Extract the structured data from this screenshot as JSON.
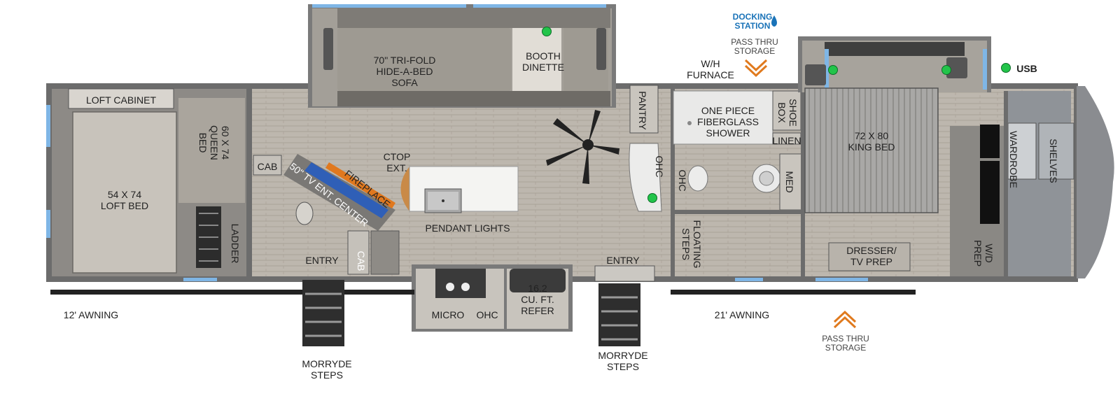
{
  "colors": {
    "floor": "#b9b3aa",
    "wall": "#6f6f6f",
    "slide": "#9a968f",
    "window": "#7fb6e6",
    "usb_dot": "#22c44a",
    "arrow": "#e07a1e",
    "docking": "#1a73b8"
  },
  "labels": {
    "loft_cabinet": "LOFT CABINET",
    "loft_bed": "54 X 74\nLOFT BED",
    "queen_bed": "60 X 74\nQUEEN\nBED",
    "ladder": "LADDER",
    "cab_top": "CAB",
    "cab_bottom": "CAB",
    "tv_center": "50\" TV ENT. CENTER",
    "fireplace": "FIREPLACE",
    "entry_left": "ENTRY",
    "awning_left": "12' AWNING",
    "morryde_left": "MORRYDE\nSTEPS",
    "sofa": "70\" TRI-FOLD\nHIDE-A-BED\nSOFA",
    "dinette": "BOOTH\nDINETTE",
    "ctop_ext": "CTOP\nEXT.",
    "pendant": "PENDANT LIGHTS",
    "micro": "MICRO",
    "ohc_kitchen": "OHC",
    "refer": "16.2\nCU. FT.\nREFER",
    "entry_mid": "ENTRY",
    "morryde_mid": "MORRYDE\nSTEPS",
    "pantry": "PANTRY",
    "ohc_a": "OHC",
    "ohc_b": "OHC",
    "wh_furnace": "W/H\nFURNACE",
    "docking": "DOCKING\nSTATION",
    "pass_thru_top": "PASS THRU\nSTORAGE",
    "shower": "ONE PIECE\nFIBERGLASS\nSHOWER",
    "shoe_box": "SHOE\nBOX",
    "linen": "LINEN",
    "med": "MED",
    "floating_steps": "FLOATING\nSTEPS",
    "awning_right": "21' AWNING",
    "pass_thru_bottom": "PASS THRU\nSTORAGE",
    "king_bed": "72 X 80\nKING BED",
    "dresser": "DRESSER/\nTV PREP",
    "wardrobe": "WARDROBE",
    "shelves": "SHELVES",
    "wd_prep": "W/D\nPREP",
    "usb": "USB"
  }
}
